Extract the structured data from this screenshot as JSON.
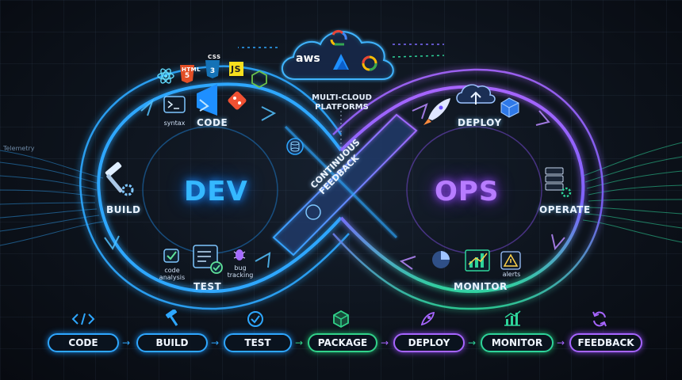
{
  "center": {
    "left_label": "DEV",
    "right_label": "OPS",
    "crossing_label": "CONTINUOUS FEEDBACK"
  },
  "cloud": {
    "label": "MULTI-CLOUD PLATFORMS",
    "aws_text": "aws",
    "icons": [
      "aws-logo",
      "google-cloud-icon",
      "azure-icon",
      "google-cloud-icon"
    ]
  },
  "side_text": "Telemetry",
  "top_tech_icons": [
    {
      "name": "react-icon",
      "text": ""
    },
    {
      "name": "html5-icon",
      "text": "HTML"
    },
    {
      "name": "css3-icon",
      "text": "CSS"
    },
    {
      "name": "javascript-icon",
      "text": "JS"
    },
    {
      "name": "nodejs-icon",
      "text": ""
    }
  ],
  "loop_stages": {
    "code": "CODE",
    "syntax": "syntax",
    "build": "BUILD",
    "test": "TEST",
    "code_analysis": "code analysis",
    "bug_tracking": "bug tracking",
    "deploy": "DEPLOY",
    "operate": "OPERATE",
    "monitor": "MONITOR",
    "alerts": "alerts"
  },
  "pipeline": [
    {
      "label": "CODE",
      "icon": "code-icon",
      "color": "#2ea7ff"
    },
    {
      "label": "BUILD",
      "icon": "hammer-icon",
      "color": "#2ea7ff"
    },
    {
      "label": "TEST",
      "icon": "check-circle-icon",
      "color": "#2ea7ff"
    },
    {
      "label": "PACKAGE",
      "icon": "package-icon",
      "color": "#31d38a"
    },
    {
      "label": "DEPLOY",
      "icon": "rocket-icon",
      "color": "#a765ff"
    },
    {
      "label": "MONITOR",
      "icon": "chart-icon",
      "color": "#2ed49a"
    },
    {
      "label": "FEEDBACK",
      "icon": "refresh-icon",
      "color": "#a765ff"
    }
  ],
  "colors": {
    "dev": "#2ea7ff",
    "ops": "#a765ff",
    "monitor": "#2ed49a",
    "background": "#0d131c"
  }
}
